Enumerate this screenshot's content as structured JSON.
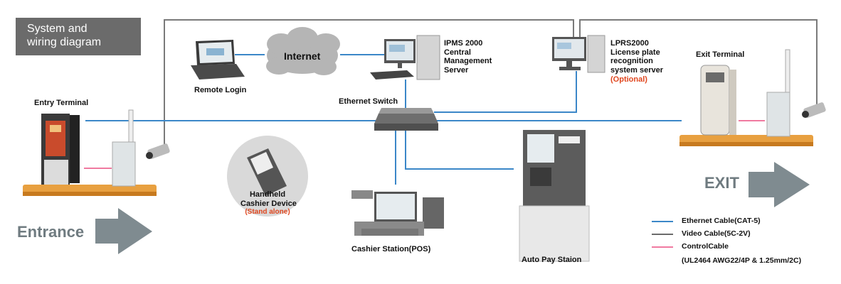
{
  "title": "System and\nwiring diagram",
  "nodes": {
    "remote_login": "Remote Login",
    "internet": "Internet",
    "ipms_server": [
      "IPMS 2000",
      "Central",
      "Management",
      "Server"
    ],
    "lprs_server": [
      "LPRS2000",
      "License plate",
      "recognition",
      "system server"
    ],
    "lprs_optional": "(Optional)",
    "ethernet_switch": "Ethernet Switch",
    "entry_terminal": "Entry Terminal",
    "exit_terminal": "Exit Terminal",
    "handheld": [
      "Handheld",
      "Cashier Device"
    ],
    "handheld_note": "(Stand alone)",
    "cashier_station": "Cashier Station(POS)",
    "auto_pay": "Auto Pay Staion"
  },
  "arrows": {
    "entrance": "Entrance",
    "exit": "EXIT"
  },
  "legend": [
    {
      "label": "Ethernet Cable(CAT-5)",
      "color": "#3b87c8"
    },
    {
      "label": "Video Cable(5C-2V)",
      "color": "#6b6b6b"
    },
    {
      "label": "ControlCable",
      "color": "#f07aa0"
    }
  ],
  "legend_note": "(UL2464 AWG22/4P & 1.25mm/2C)",
  "colors": {
    "ethernet": "#3b87c8",
    "video": "#7a7a7a",
    "control": "#f07aa0",
    "base": "#e8a040",
    "arrow": "#7f8b90"
  }
}
